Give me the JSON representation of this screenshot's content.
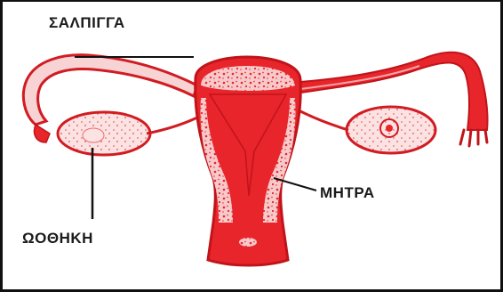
{
  "labels": {
    "fallopian_tube": "ΣΑΛΠΙΓΓΑ",
    "uterus": "ΜΗΤΡΑ",
    "ovary": "ΩΟΘΗΚΗ"
  },
  "colors": {
    "organ_red": "#e8252b",
    "organ_light": "#f4a6a8",
    "organ_pale": "#fbe3e3",
    "outline": "#c0141a",
    "leader_line": "#111111",
    "text": "#1a1a1a"
  }
}
